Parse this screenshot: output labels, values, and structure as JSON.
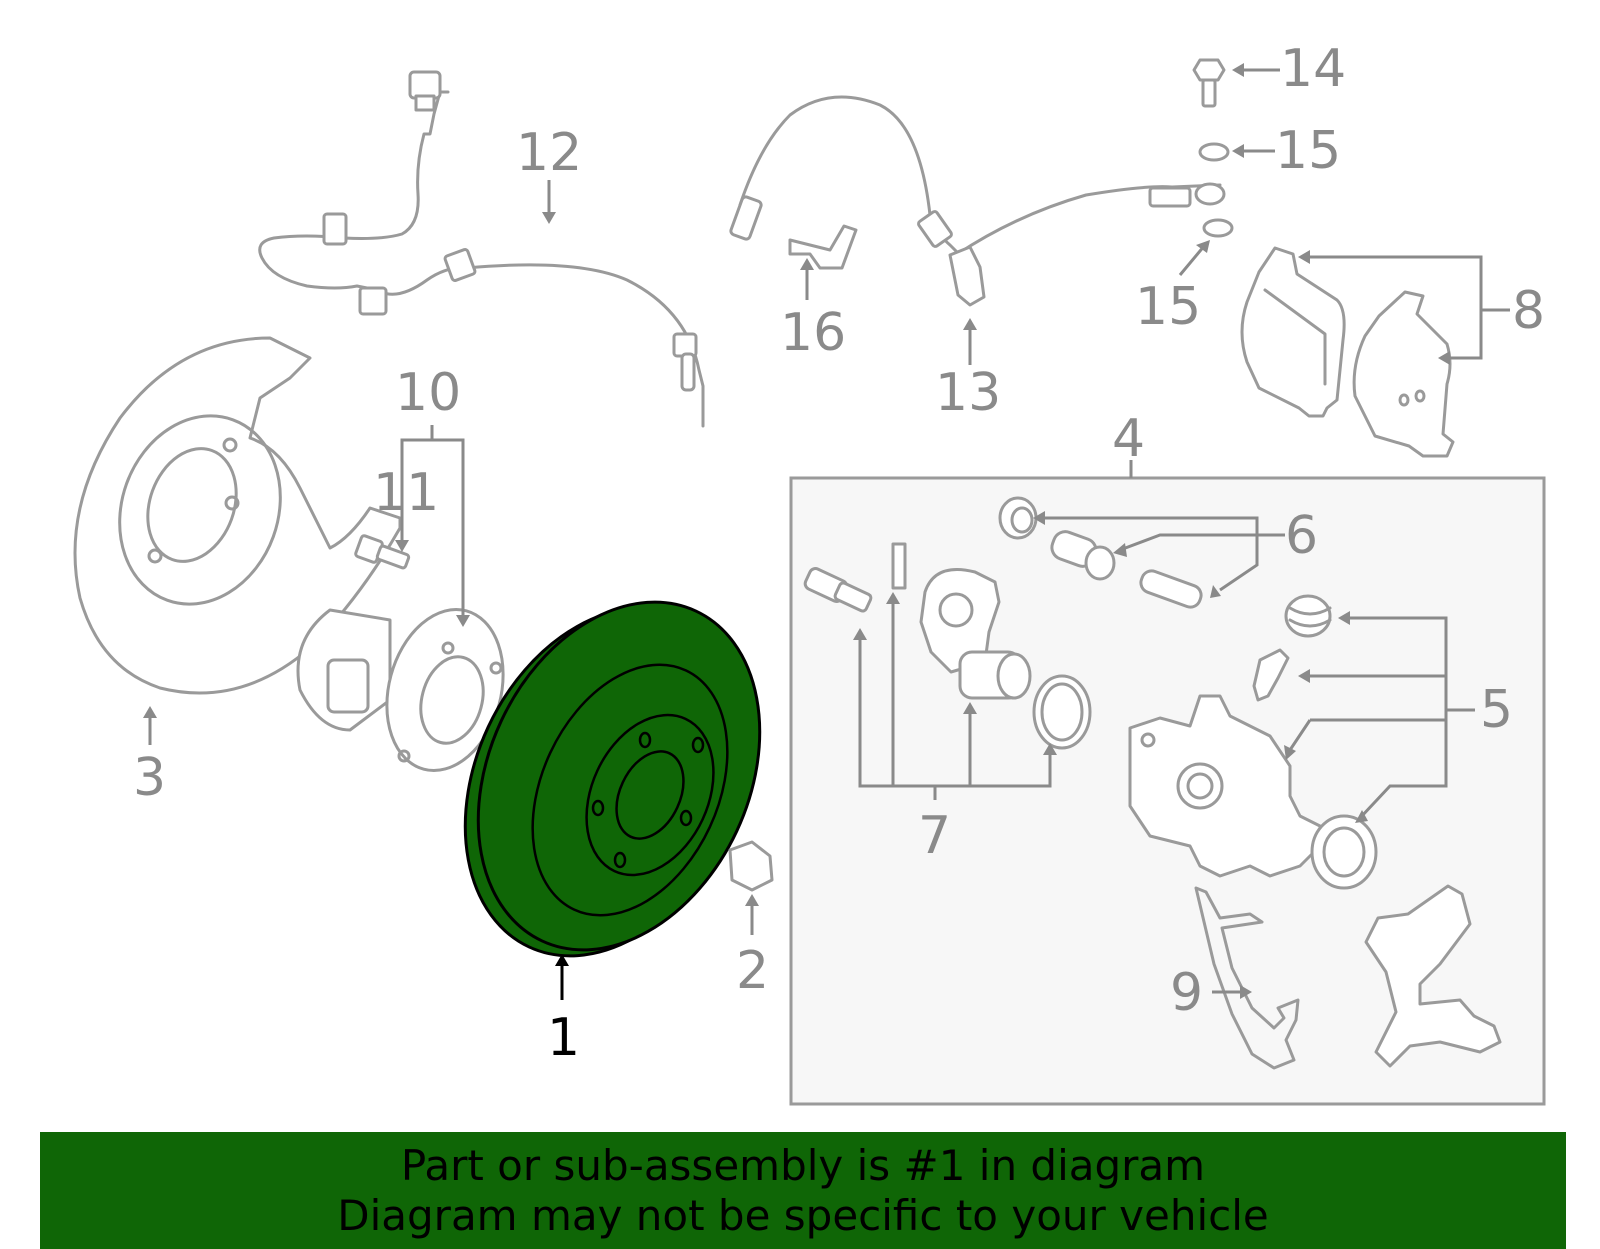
{
  "colors": {
    "highlight": "#0f6606",
    "parts": "#9a9a9a",
    "labels": "#8a8a8a",
    "highlight_label": "#000000",
    "box_background": "#f7f7f7"
  },
  "callouts": {
    "c1": "1",
    "c2": "2",
    "c3": "3",
    "c4": "4",
    "c5": "5",
    "c6": "6",
    "c7": "7",
    "c8": "8",
    "c9": "9",
    "c10": "10",
    "c11": "11",
    "c12": "12",
    "c13": "13",
    "c14": "14",
    "c15a": "15",
    "c15b": "15",
    "c16": "16"
  },
  "banner": {
    "line1": "Part or sub-assembly is #1 in diagram",
    "line2": "Diagram may not be specific to your vehicle"
  }
}
